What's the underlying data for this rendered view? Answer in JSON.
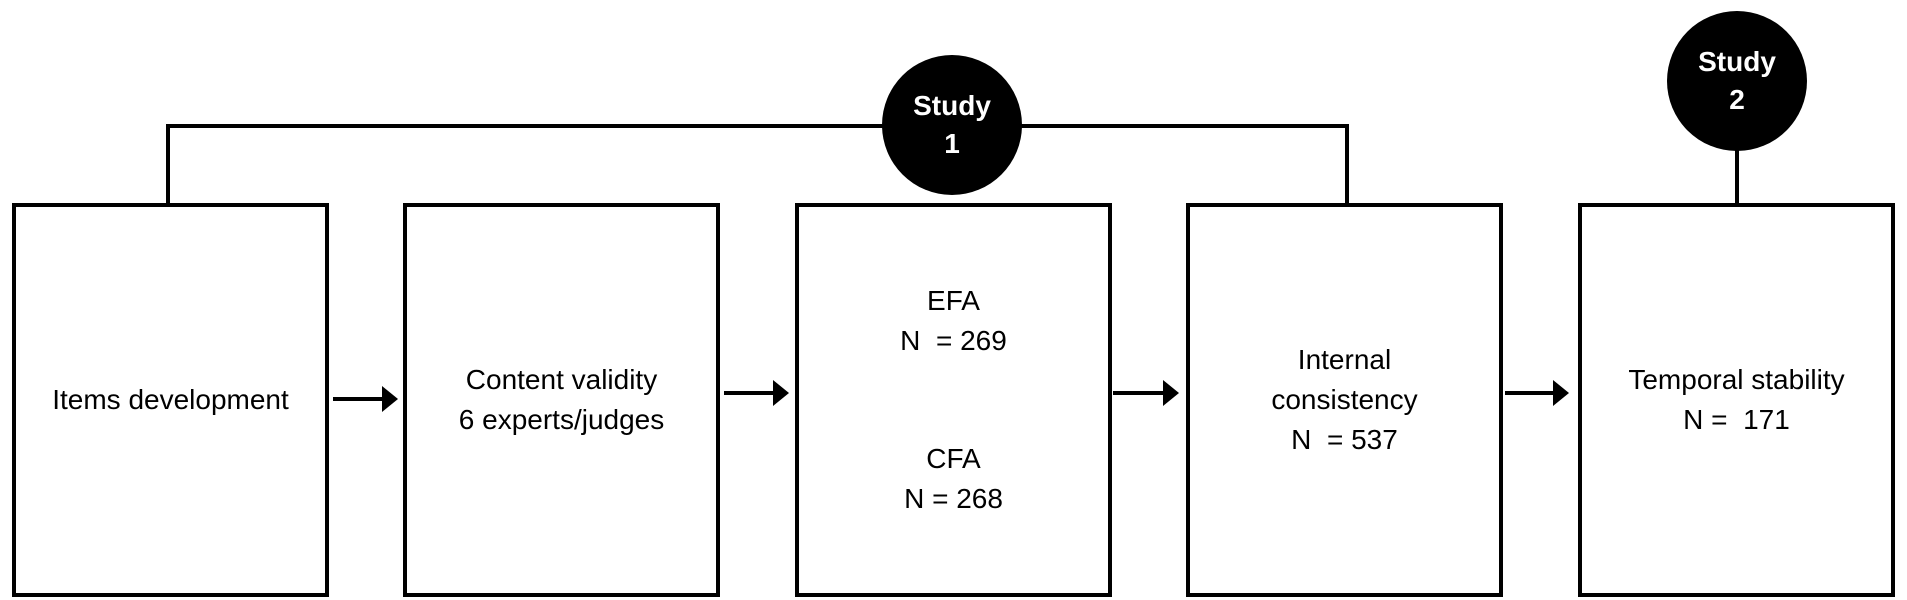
{
  "boxes": {
    "items_development": {
      "line1": "Items development"
    },
    "content_validity": {
      "line1": "Content validity",
      "line2": "6 experts/judges"
    },
    "factor_analysis": {
      "efa_title": "EFA",
      "efa_n": "N  = 269",
      "cfa_title": "CFA",
      "cfa_n": "N = 268"
    },
    "internal_consistency": {
      "line1": "Internal",
      "line2": "consistency",
      "line3": "N  = 537"
    },
    "temporal_stability": {
      "line1": "Temporal stability",
      "line2": "N =  171"
    }
  },
  "studies": {
    "study1": {
      "line1": "Study",
      "line2": "1"
    },
    "study2": {
      "line1": "Study",
      "line2": "2"
    }
  }
}
